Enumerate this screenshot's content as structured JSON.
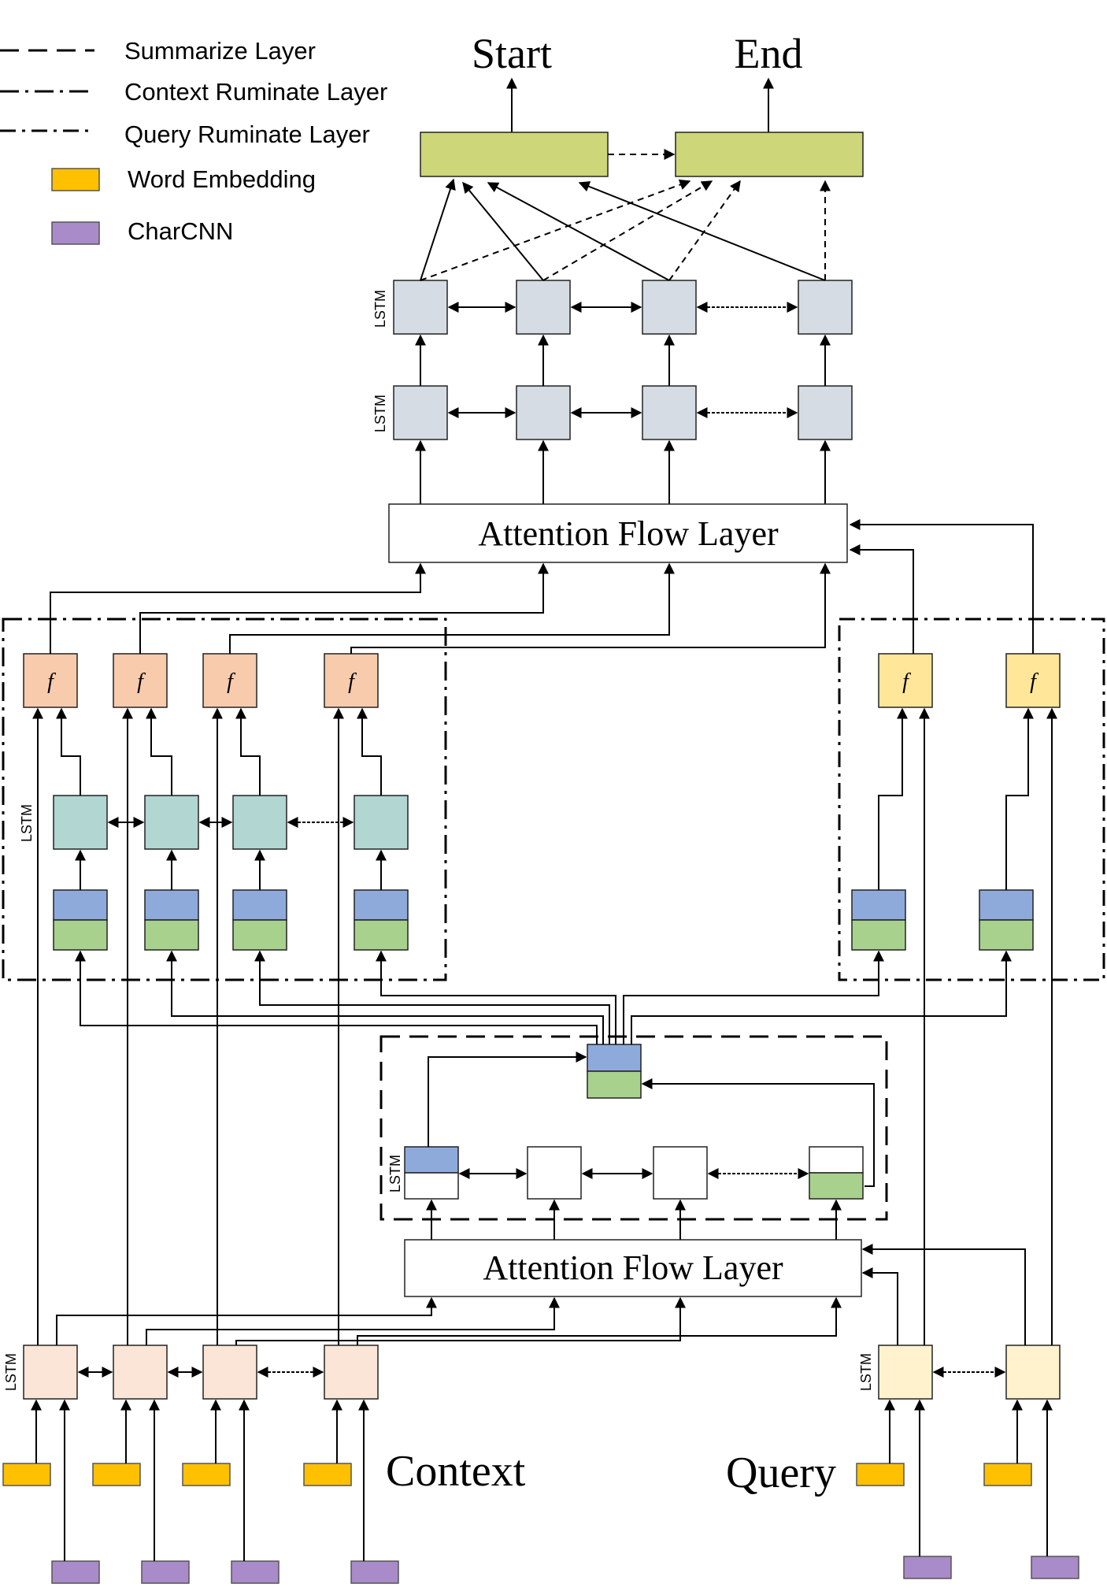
{
  "legend": {
    "summarize": "Summarize Layer",
    "context_ruminate": "Context Ruminate Layer",
    "query_ruminate": "Query Ruminate Layer",
    "word_embedding": "Word Embedding",
    "charcnn": "CharCNN"
  },
  "outputs": {
    "start": "Start",
    "end": "End"
  },
  "blocks": {
    "attention_top": "Attention Flow Layer",
    "attention_bottom": "Attention Flow Layer"
  },
  "lstm_label": "LSTM",
  "f_label": "f",
  "inputs": {
    "context": "Context",
    "query": "Query"
  },
  "colors": {
    "output_block": "#cdd679",
    "modeling_lstm": "#d6dce4",
    "context_f": "#f8cbad",
    "query_f": "#ffe699",
    "ruminate_lstm": "#b2d6d2",
    "encoding_blue": "#8eaadb",
    "encoding_green": "#a9d18e",
    "context_lstm": "#fbe5d6",
    "query_lstm": "#fff2cc",
    "word_embedding": "#ffc000",
    "charcnn": "#a88bc8"
  }
}
